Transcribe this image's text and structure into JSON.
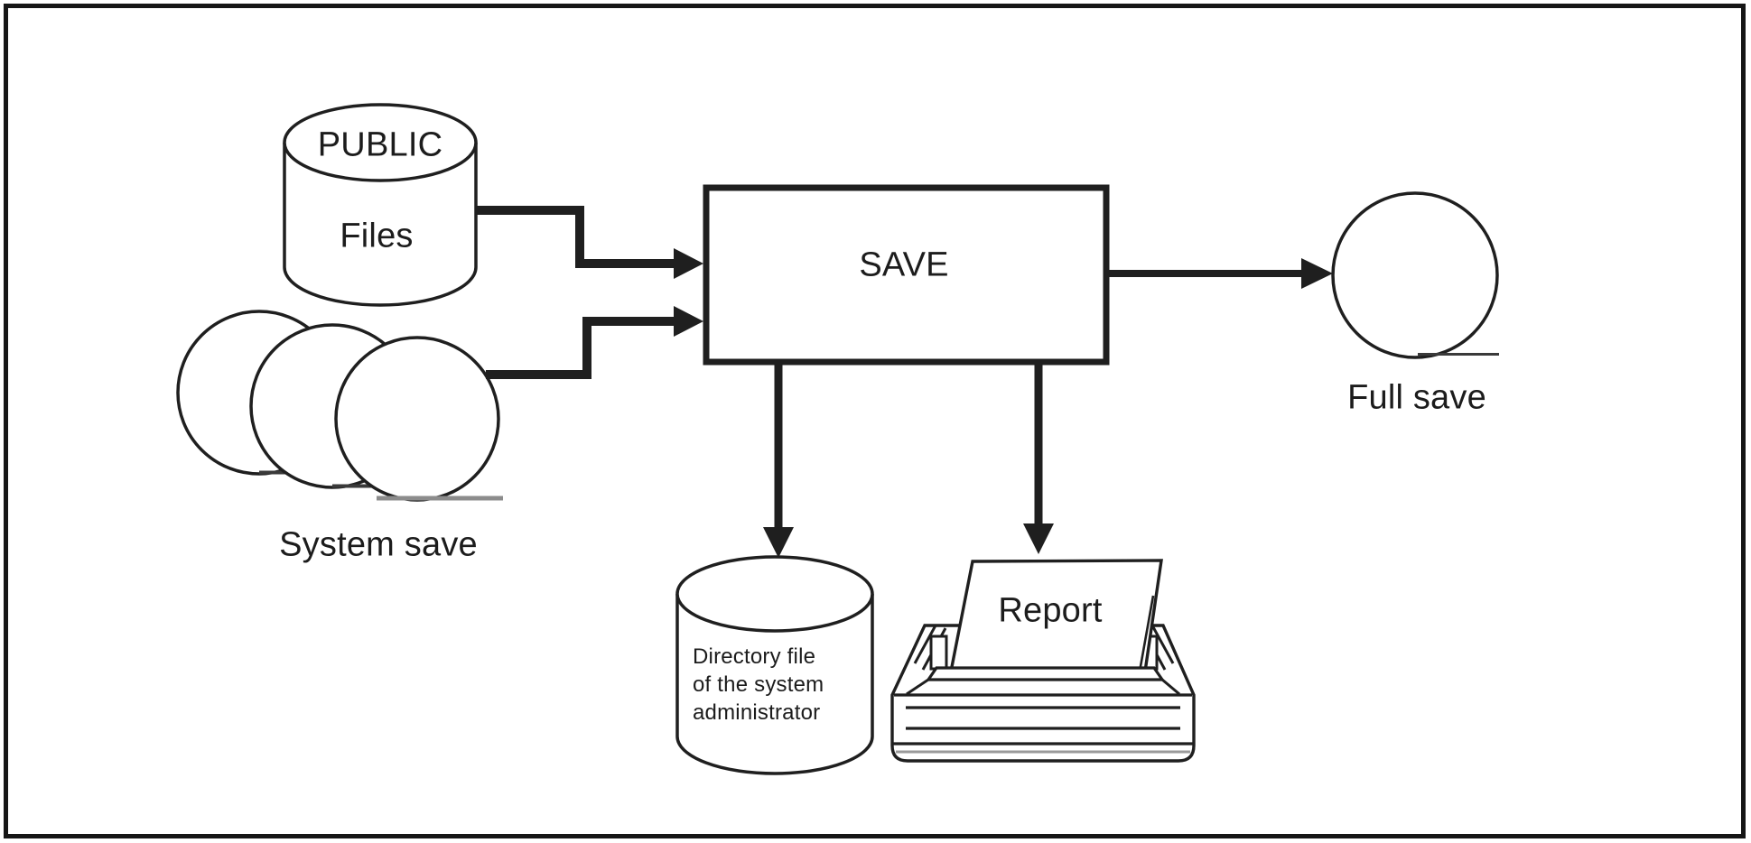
{
  "nodes": {
    "public_files_db": {
      "title": "PUBLIC",
      "subtitle": "Files"
    },
    "system_save_tapes": {
      "label": "System save"
    },
    "save_process": {
      "label": "SAVE"
    },
    "full_save_tape": {
      "label": "Full save"
    },
    "directory_db": {
      "lines": [
        "Directory file",
        "of the system",
        "administrator"
      ]
    },
    "printer": {
      "label": "Report"
    }
  },
  "icons": [
    "database-cylinder-icon",
    "tape-reels-icon",
    "process-box",
    "tape-reel-icon",
    "printer-icon",
    "arrow-icon"
  ],
  "colors": {
    "stroke": "#1f1f1f",
    "text_color": "#1c1c1c",
    "tape_leader_gray": "#8c8c8c",
    "background": "#ffffff",
    "border_color": "#161616"
  }
}
